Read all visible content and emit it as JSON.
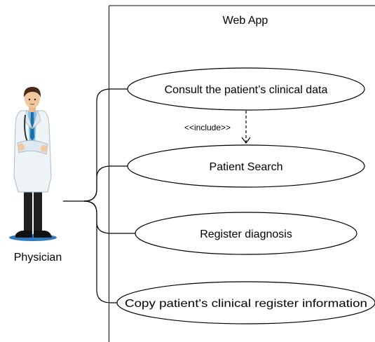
{
  "system": {
    "title": "Web App"
  },
  "actor": {
    "label": "Physician",
    "icon": "doctor-icon"
  },
  "use_cases": [
    {
      "label": "Consult the patient’s clinical data"
    },
    {
      "label": "Patient Search"
    },
    {
      "label": "Register diagnosis"
    },
    {
      "label": "Copy patient's clinical register information"
    }
  ],
  "relations": [
    {
      "label": "<<include>>"
    }
  ]
}
